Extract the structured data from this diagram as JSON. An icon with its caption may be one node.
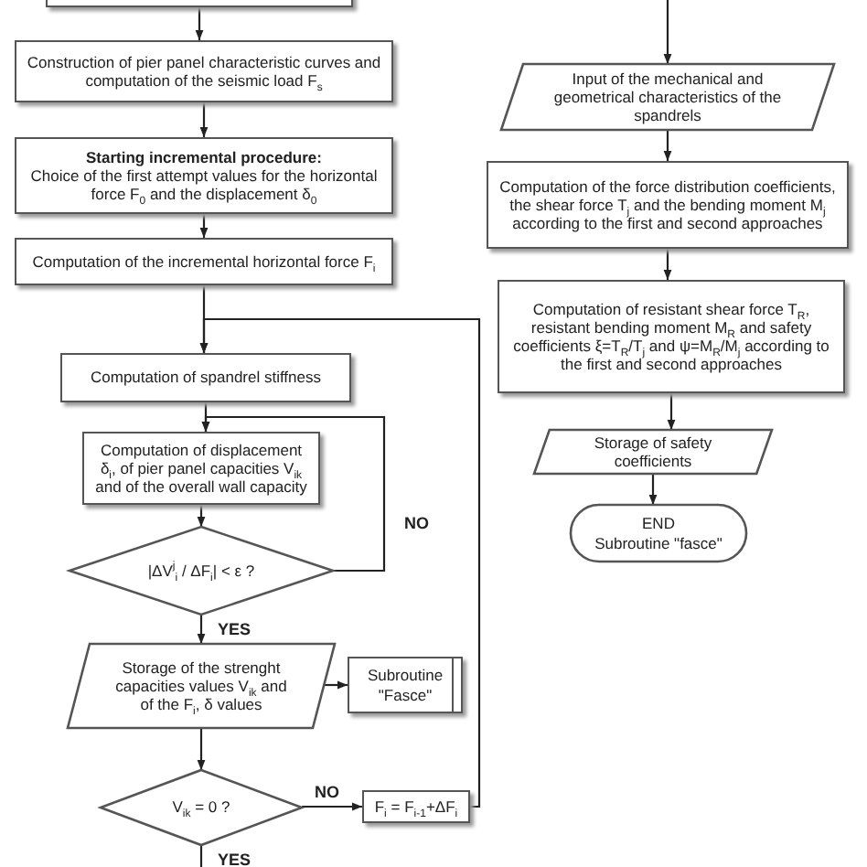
{
  "diagram": {
    "nodes": [
      {
        "text": [],
        "shape": "box"
      },
      {
        "text": [
          "Construction of pier panel characteristic curves and computation of the seismic load F$_{s}$"
        ]
      },
      {
        "text": [
          "Starting incremental procedure:",
          "Choice of the first attempt values for the horizontal force F$_{0}$ and the displacement δ$_{0}$"
        ]
      },
      {
        "text": [
          "Computation of the incremental horizontal force F$_{i}$"
        ]
      },
      {
        "text": [
          "Computation of spandrel stiffness"
        ]
      },
      {
        "text": [
          "Computation of displacement δ$_{i}$, of pier panel capacities V$_{ik}$ and of the overall wall capacity"
        ]
      },
      {
        "text": [
          "|ΔV$^{j}$$_{i}$ / ΔF$_{i}$| < ε ?"
        ]
      },
      {
        "text": [
          "Storage of the strenght capacities values V$_{ik}$ and of the F$_{i}$, δ values"
        ]
      },
      {
        "text": [
          "Subroutine \"Fasce\""
        ]
      },
      {
        "text": [
          "V$_{ik}$ = 0 ?"
        ]
      },
      {
        "text": [
          "F$_{i}$ = F$_{i-1}$+ΔF$_{i}$"
        ]
      },
      {
        "text": [
          "Input of the mechanical and geometrical characteristics of the spandrels"
        ]
      },
      {
        "text": [
          "Computation of the force distribution coefficients, the shear force T$_{j}$ and the bending moment M$_{j}$ according to the first and second approaches"
        ]
      },
      {
        "text": [
          "Computation of resistant shear force T$_{R}$, resistant bending moment M$_{R}$ and safety coefficients ξ=T$_{R}$/T$_{j}$ and ψ=M$_{R}$/M$_{j}$ according to the first and second approaches"
        ]
      },
      {
        "text": [
          "Storage of safety coefficients"
        ]
      },
      {
        "text": [
          "END",
          "Subroutine \"fasce\""
        ]
      }
    ],
    "edges": [
      {
        "from": 0,
        "to": 1,
        "arrow": "to"
      },
      {
        "from": 1,
        "to": 2,
        "arrow": "to"
      },
      {
        "from": 2,
        "to": 3,
        "arrow": "to"
      },
      {
        "from": 3,
        "to": 4,
        "arrow": "to"
      },
      {
        "from": 4,
        "to": 5,
        "arrow": "to"
      },
      {
        "from": 5,
        "to": 6,
        "arrow": "to"
      },
      {
        "from": 6,
        "to": 5,
        "arrow": "to",
        "label": "NO"
      },
      {
        "from": 6,
        "to": 7,
        "arrow": "to",
        "label": "YES"
      },
      {
        "from": 7,
        "to": 8,
        "arrow": "to"
      },
      {
        "from": 7,
        "to": 9,
        "arrow": "to"
      },
      {
        "from": 9,
        "to": 10,
        "arrow": "to",
        "label": "NO"
      },
      {
        "from": 10,
        "to": 4,
        "arrow": "to"
      },
      {
        "from": 9,
        "to": null,
        "arrow": "to",
        "label": "YES"
      },
      {
        "from": null,
        "to": 11,
        "arrow": "to"
      },
      {
        "from": 11,
        "to": 12,
        "arrow": "to"
      },
      {
        "from": 12,
        "to": 13,
        "arrow": "to"
      },
      {
        "from": 13,
        "to": 14,
        "arrow": "to"
      },
      {
        "from": 14,
        "to": 15,
        "arrow": "to"
      }
    ]
  }
}
